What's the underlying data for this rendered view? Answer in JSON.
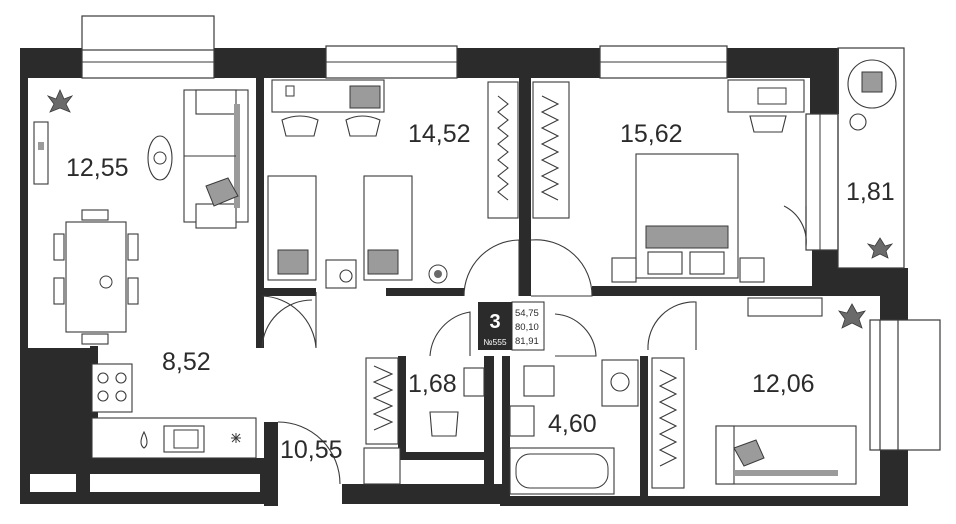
{
  "apartment": {
    "rooms_count": "3",
    "plan_number": "№555",
    "areas": [
      "54,75",
      "80,10",
      "81,91"
    ]
  },
  "rooms": {
    "living_room": "12,55",
    "bedroom_kids": "14,52",
    "bedroom_main": "15,62",
    "balcony": "1,81",
    "kitchen": "8,52",
    "bathroom_small": "1,68",
    "bathroom_large": "4,60",
    "bedroom_third": "12,06",
    "hall": "10,55"
  },
  "colors": {
    "wall": "#2b2b2b",
    "badge_bg": "#2b2b2b",
    "line": "#3a3a3a",
    "textile": "#9b9b9b"
  }
}
